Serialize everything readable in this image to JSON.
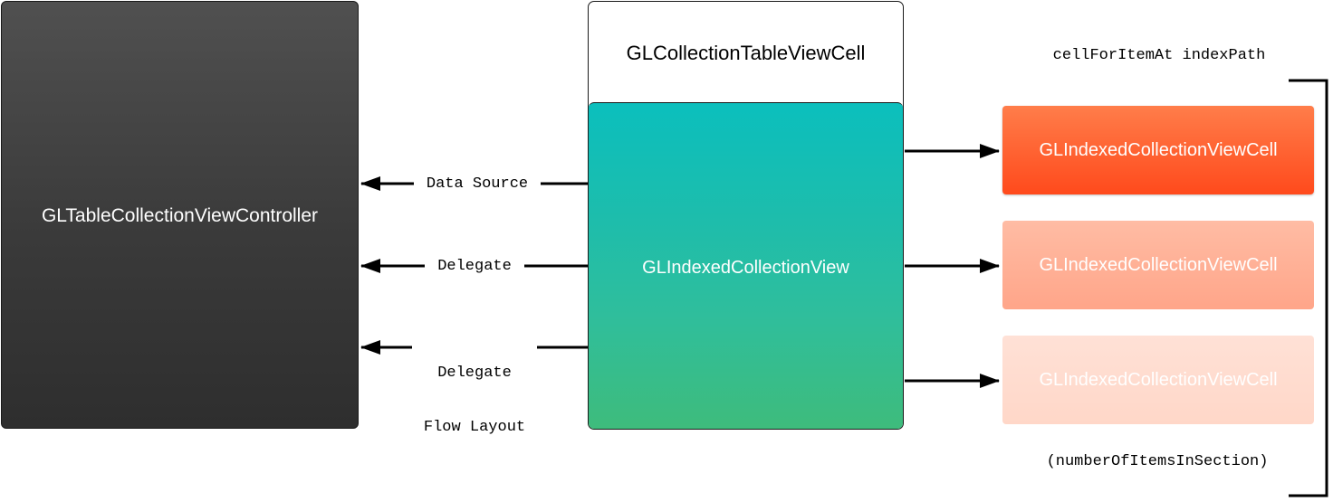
{
  "controller": {
    "label": "GLTableCollectionViewController"
  },
  "cell": {
    "title": "GLCollectionTableViewCell",
    "collection_label": "GLIndexedCollectionView"
  },
  "links": {
    "data_source": "Data Source",
    "delegate": "Delegate",
    "delegate_flow_line1": "Delegate",
    "delegate_flow_line2": "Flow Layout"
  },
  "items": {
    "header": "cellForItemAt indexPath",
    "labels": [
      "GLIndexedCollectionViewCell",
      "GLIndexedCollectionViewCell",
      "GLIndexedCollectionViewCell"
    ],
    "footer": "(numberOfItemsInSection)"
  },
  "colors": {
    "controller": "#3a3a3a",
    "collection_top": "#0bbfbd",
    "collection_bottom": "#3ebc7c",
    "item_1": "#ff4a1c",
    "item_2": "#ffa589",
    "item_3": "#ffd7c8"
  }
}
